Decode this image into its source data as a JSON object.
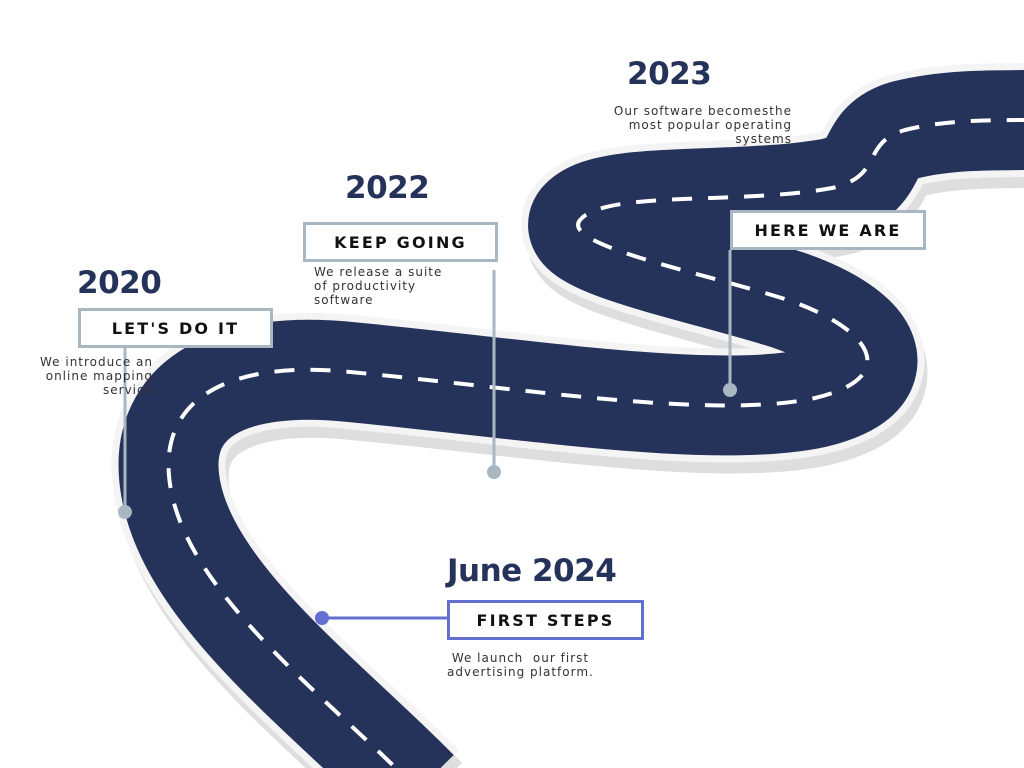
{
  "colors": {
    "road": "#25325a",
    "road_side": "#dedede",
    "road_edge": "#f4f4f4",
    "dash": "#ffffff",
    "marker_gray": "#a8b7c2",
    "marker_blue": "#6370cf",
    "year_text": "#25325a"
  },
  "milestones": [
    {
      "year": "2020",
      "label": "LET'S DO IT",
      "description": [
        "We introduce an",
        "online mapping",
        "service"
      ]
    },
    {
      "year": "2022",
      "label": "KEEP GOING",
      "description": [
        "We release a suite",
        "of productivity",
        "software"
      ]
    },
    {
      "year": "2023",
      "label": "HERE WE ARE",
      "description": [
        "Our software becomesthe",
        "most popular operating",
        "systems"
      ]
    },
    {
      "year": "June 2024",
      "label": "FIRST STEPS",
      "description": [
        " We launch  our first",
        "advertising platform."
      ]
    }
  ]
}
